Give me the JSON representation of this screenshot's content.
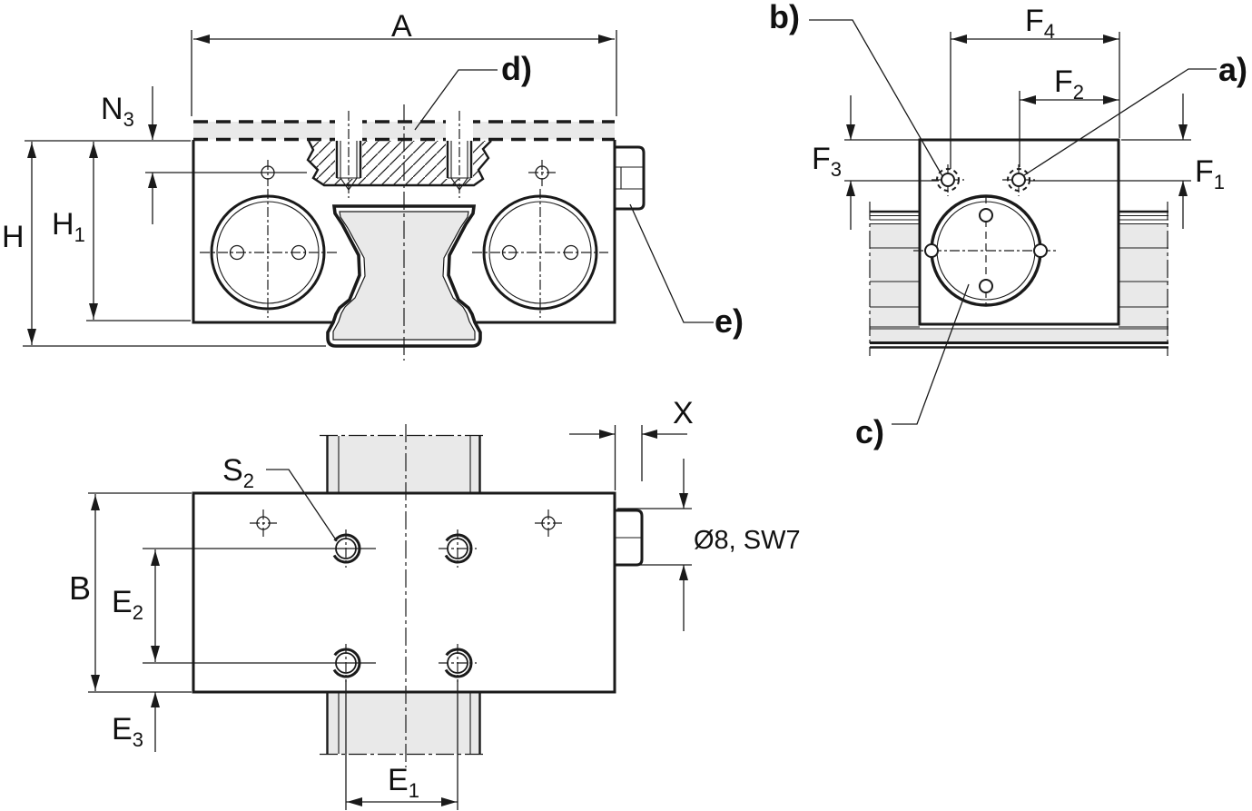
{
  "drawing_title": "Linear guide carriage dimensional drawing, three views",
  "colors": {
    "line": "#1a1a1a",
    "shade": "#e9e9e9",
    "background": "#ffffff"
  },
  "dimensions": {
    "A": {
      "main": "A",
      "sub": ""
    },
    "N3": {
      "main": "N",
      "sub": "3"
    },
    "H": {
      "main": "H",
      "sub": ""
    },
    "H1": {
      "main": "H",
      "sub": "1"
    },
    "F4": {
      "main": "F",
      "sub": "4"
    },
    "F2": {
      "main": "F",
      "sub": "2"
    },
    "F3": {
      "main": "F",
      "sub": "3"
    },
    "F1": {
      "main": "F",
      "sub": "1"
    },
    "B": {
      "main": "B",
      "sub": ""
    },
    "E2": {
      "main": "E",
      "sub": "2"
    },
    "E3": {
      "main": "E",
      "sub": "3"
    },
    "E1": {
      "main": "E",
      "sub": "1"
    },
    "S2": {
      "main": "S",
      "sub": "2"
    },
    "X": {
      "main": "X",
      "sub": ""
    }
  },
  "callouts": {
    "a": "a)",
    "b": "b)",
    "c": "c)",
    "d": "d)",
    "e": "e)"
  },
  "specs": {
    "nipple": "Ø8, SW7"
  }
}
